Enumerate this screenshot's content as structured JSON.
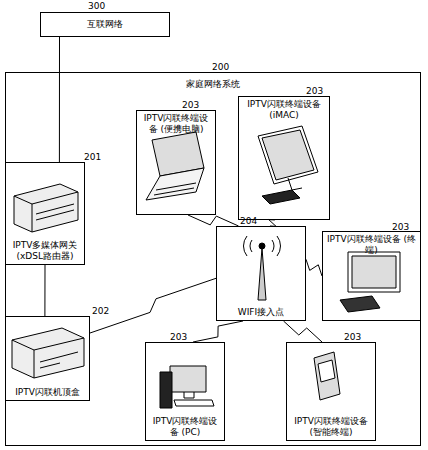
{
  "diagram": {
    "nodes": [
      {
        "text": [
          "互联网络"
        ]
      },
      {
        "text": [
          "家庭网络系统"
        ]
      },
      {
        "text": [
          "IPTV闪联终端设备 (便携电脑)"
        ],
        "in": 1
      },
      {
        "text": [
          "IPTV闪联终端设备 (iMAC)"
        ],
        "in": 1
      },
      {
        "text": [
          "IPTV多媒体网关 (xDSL路由器)"
        ],
        "in": 1
      },
      {
        "text": [
          "WIFI接入点"
        ],
        "in": 1
      },
      {
        "text": [
          "IPTV闪联终端设备 (终端)"
        ],
        "in": 1
      },
      {
        "text": [
          "IPTV闪联机顶盒"
        ],
        "in": 1
      },
      {
        "text": [
          "IPTV闪联终端设备 (PC)"
        ],
        "in": 1
      },
      {
        "text": [
          "IPTV闪联终端设备 (智能终端)"
        ],
        "in": 1
      }
    ],
    "edges": [
      {
        "from": 0,
        "to": 4,
        "arrow": "none"
      },
      {
        "from": 4,
        "to": 7,
        "arrow": "none"
      },
      {
        "from": 7,
        "to": 5,
        "arrow": "none"
      },
      {
        "from": 5,
        "to": 2,
        "arrow": "none"
      },
      {
        "from": 5,
        "to": 3,
        "arrow": "none"
      },
      {
        "from": 5,
        "to": 6,
        "arrow": "none"
      },
      {
        "from": 5,
        "to": 8,
        "arrow": "none"
      },
      {
        "from": 5,
        "to": 9,
        "arrow": "none"
      }
    ],
    "labels": [
      "300",
      "200",
      "201",
      "202",
      "203",
      "203",
      "204",
      "203",
      "203",
      "203"
    ]
  }
}
